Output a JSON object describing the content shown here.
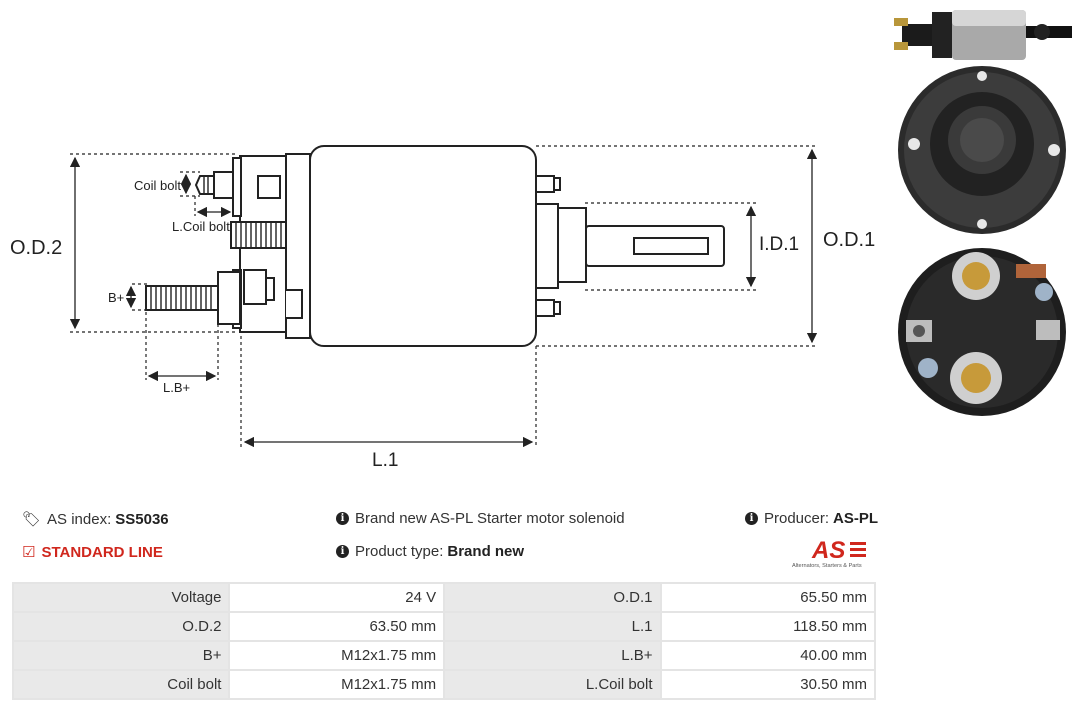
{
  "diagram": {
    "labels": {
      "od2": "O.D.2",
      "od1": "O.D.1",
      "id1": "I.D.1",
      "l1": "L.1",
      "lbplus": "L.B+",
      "bplus": "B+",
      "coil_bolt": "Coil bolt",
      "l_coil_bolt": "L.Coil bolt"
    }
  },
  "info": {
    "as_index_label": "AS index:",
    "as_index_value": "SS5036",
    "line": "STANDARD LINE",
    "description": "Brand new AS-PL Starter motor solenoid",
    "product_type_label": "Product type:",
    "product_type_value": "Brand new",
    "producer_label": "Producer:",
    "producer_value": "AS-PL",
    "logo_text": "AS",
    "logo_tagline": "Alternators, Starters & Parts",
    "colors": {
      "accent_red": "#d0271d",
      "label_bg": "#e9e9e9"
    },
    "icons": {
      "tag": "tag-icon",
      "check": "check-square-icon",
      "info": "info-circle-icon"
    }
  },
  "specs": {
    "rows": [
      [
        {
          "label": "Voltage",
          "value": "24 V"
        },
        {
          "label": "O.D.1",
          "value": "65.50 mm"
        }
      ],
      [
        {
          "label": "O.D.2",
          "value": "63.50 mm"
        },
        {
          "label": "L.1",
          "value": "118.50 mm"
        }
      ],
      [
        {
          "label": "B+",
          "value": "M12x1.75 mm"
        },
        {
          "label": "L.B+",
          "value": "40.00 mm"
        }
      ],
      [
        {
          "label": "Coil bolt",
          "value": "M12x1.75 mm"
        },
        {
          "label": "L.Coil bolt",
          "value": "30.50 mm"
        }
      ]
    ]
  }
}
